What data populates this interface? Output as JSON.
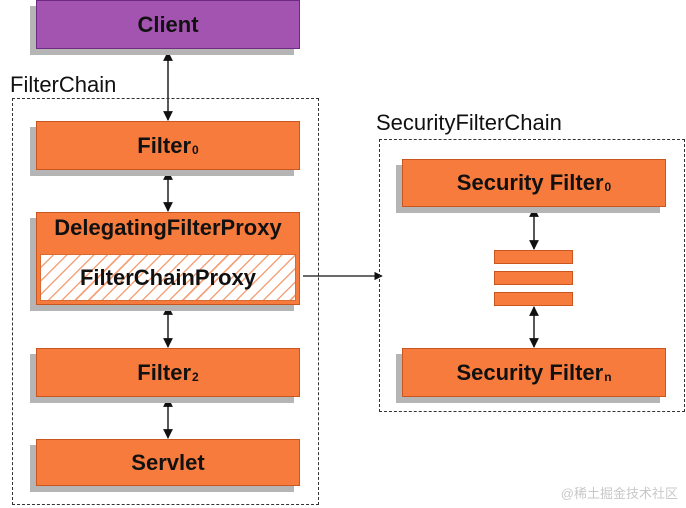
{
  "client": {
    "label": "Client"
  },
  "filter_chain": {
    "label": "FilterChain",
    "filter0": {
      "label": "Filter",
      "sub": "0"
    },
    "delegating": {
      "label": "DelegatingFilterProxy"
    },
    "filter_chain_proxy": {
      "label": "FilterChainProxy"
    },
    "filter2": {
      "label": "Filter",
      "sub": "2"
    },
    "servlet": {
      "label": "Servlet"
    }
  },
  "security_filter_chain": {
    "label": "SecurityFilterChain",
    "security_filter0": {
      "label": "Security Filter",
      "sub": "0"
    },
    "security_filtern": {
      "label": "Security Filter",
      "sub": "n"
    }
  },
  "colors": {
    "filter": "#f77b3c",
    "client": "#a354b1",
    "shadow": "#b5b5b5"
  },
  "watermark": "@稀土掘金技术社区"
}
